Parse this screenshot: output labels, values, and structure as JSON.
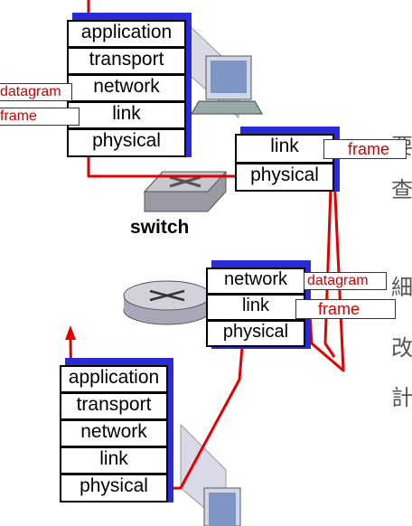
{
  "host_top": {
    "layers": [
      "application",
      "transport",
      "network",
      "link",
      "physical"
    ],
    "tags": {
      "datagram": "datagram",
      "frame": "frame"
    }
  },
  "switch": {
    "label": "switch",
    "layers": [
      "link",
      "physical"
    ],
    "tag": "frame"
  },
  "router": {
    "layers": [
      "network",
      "link",
      "physical"
    ],
    "tags": {
      "datagram": "datagram",
      "frame": "frame"
    }
  },
  "host_bottom": {
    "layers": [
      "application",
      "transport",
      "network",
      "link",
      "physical"
    ]
  },
  "side_glyphs": [
    "要",
    "查",
    "細",
    "改",
    "計"
  ],
  "colors": {
    "path": "#e00000",
    "stack_shadow": "#2b2bd6",
    "tag_text": "#cc0000"
  }
}
